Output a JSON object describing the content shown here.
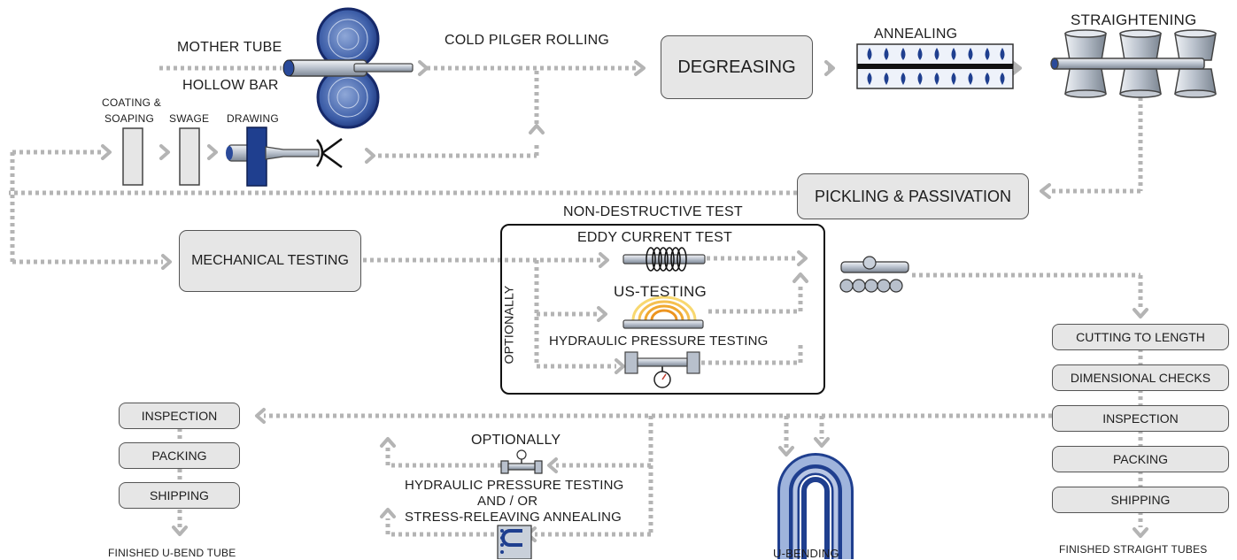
{
  "steps": {
    "mother_tube": "MOTHER TUBE",
    "hollow_bar": "HOLLOW BAR",
    "cold_pilger": "COLD PILGER ROLLING",
    "degreasing": "DEGREASING",
    "annealing": "ANNEALING",
    "straightening": "STRAIGHTENING",
    "coating_line1": "COATING &",
    "coating_line2": "SOAPING",
    "swage": "SWAGE",
    "drawing": "DRAWING",
    "pickling": "PICKLING & PASSIVATION",
    "mechanical": "MECHANICAL TESTING"
  },
  "ndt": {
    "title": "NON-DESTRUCTIVE TEST",
    "eddy": "EDDY CURRENT TEST",
    "us": "US-TESTING",
    "hydraulic": "HYDRAULIC PRESSURE TESTING",
    "optionally": "OPTIONALLY"
  },
  "straight_branch": {
    "items": [
      "CUTTING TO LENGTH",
      "DIMENSIONAL CHECKS",
      "INSPECTION",
      "PACKING",
      "SHIPPING"
    ],
    "final": "FINISHED STRAIGHT TUBES"
  },
  "ubend_branch": {
    "items": [
      "INSPECTION",
      "PACKING",
      "SHIPPING"
    ],
    "final": "FINISHED U-BEND TUBE",
    "optionally": "OPTIONALLY",
    "opt_line1": "HYDRAULIC PRESSURE TESTING",
    "opt_line2": "AND / OR",
    "opt_line3": "STRESS-RELEAVING ANNEALING",
    "u_bending": "U-BENDING"
  },
  "colors": {
    "accent_blue": "#1f3f8f",
    "flow_gray": "#b4b4b4",
    "box_fill": "#e6e6e6",
    "heat_orange": "#f0a020"
  }
}
